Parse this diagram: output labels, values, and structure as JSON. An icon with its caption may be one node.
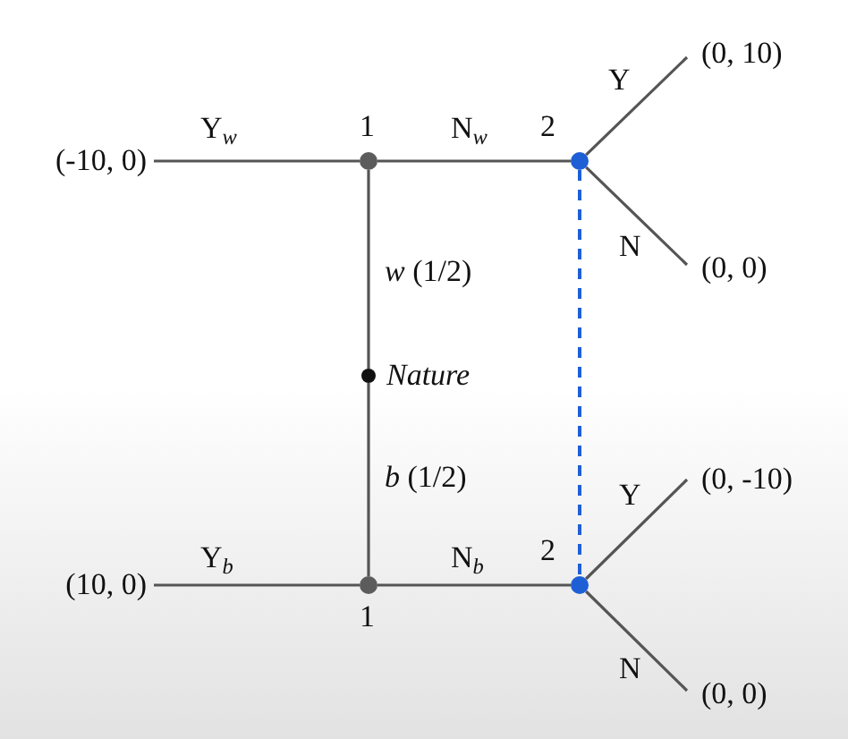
{
  "diagram": {
    "nodes": [
      {
        "text": [
          "(-10, 0)"
        ]
      },
      {
        "text": [
          "1"
        ]
      },
      {
        "text": [
          "2"
        ]
      },
      {
        "text": [
          "(0, 10)"
        ]
      },
      {
        "text": [
          "(0, 0)"
        ]
      },
      {
        "text": [
          "Nature"
        ]
      },
      {
        "text": [
          "(10, 0)"
        ]
      },
      {
        "text": [
          "1"
        ]
      },
      {
        "text": [
          "2"
        ]
      },
      {
        "text": [
          "(0, -10)"
        ]
      },
      {
        "text": [
          "(0, 0)"
        ]
      }
    ],
    "edges": [
      {
        "from": 1,
        "to": 0,
        "arrow": "none",
        "label": "Y$_{w}$"
      },
      {
        "from": 1,
        "to": 2,
        "arrow": "none",
        "label": "N$_{w}$"
      },
      {
        "from": 2,
        "to": 3,
        "arrow": "none",
        "label": "Y"
      },
      {
        "from": 2,
        "to": 4,
        "arrow": "none",
        "label": "N"
      },
      {
        "from": 5,
        "to": 1,
        "arrow": "none",
        "label": "*w* (1/2)"
      },
      {
        "from": 5,
        "to": 7,
        "arrow": "none",
        "label": "*b* (1/2)"
      },
      {
        "from": 7,
        "to": 6,
        "arrow": "none",
        "label": "Y$_{b}$"
      },
      {
        "from": 7,
        "to": 8,
        "arrow": "none",
        "label": "N$_{b}$"
      },
      {
        "from": 8,
        "to": 9,
        "arrow": "none",
        "label": "Y"
      },
      {
        "from": 8,
        "to": 10,
        "arrow": "none",
        "label": "N"
      },
      {
        "from": 2,
        "to": 8,
        "arrow": "none",
        "style": "dashed",
        "color": "#1f5fd6"
      }
    ]
  }
}
